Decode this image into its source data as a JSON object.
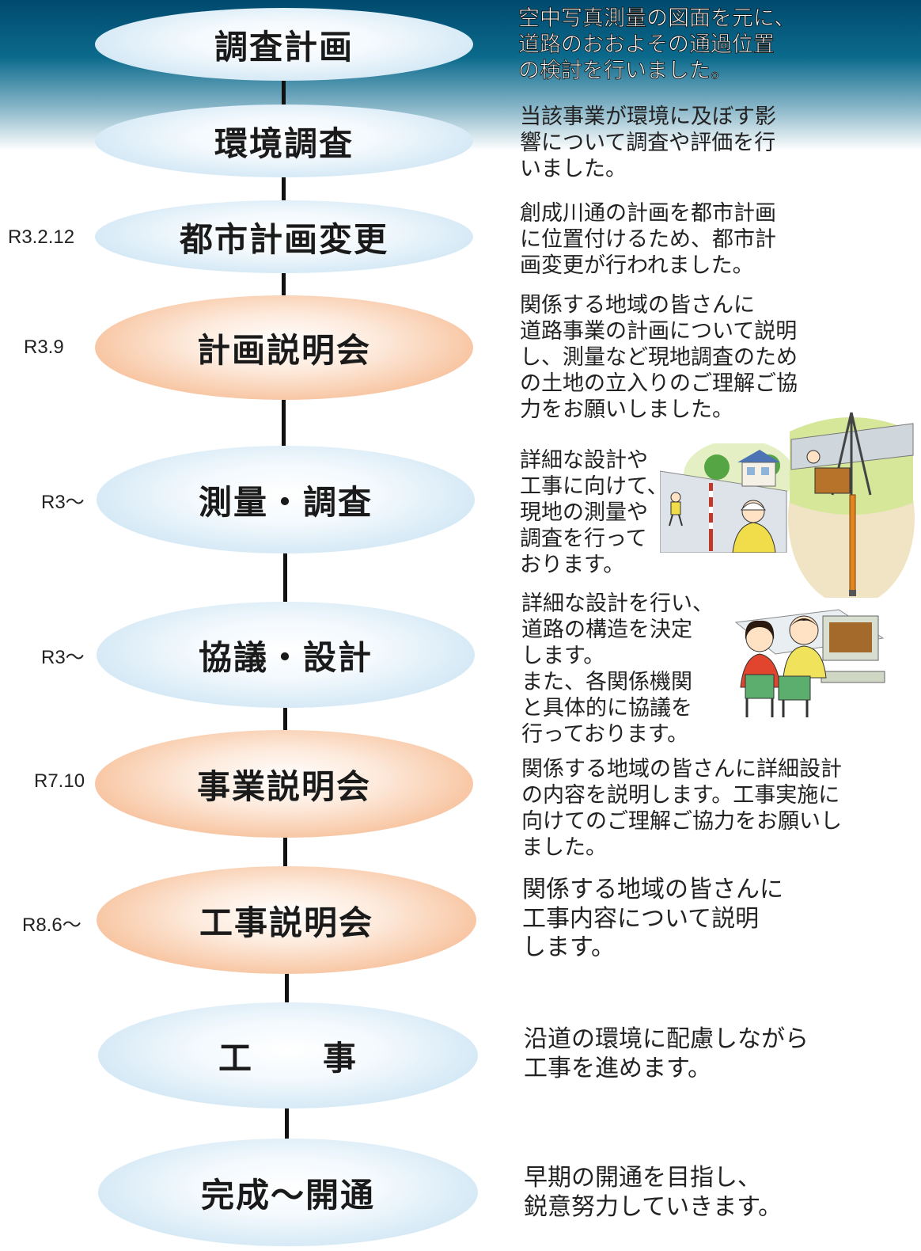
{
  "stages": [
    {
      "label": "調査計画",
      "date": "",
      "style": "blue",
      "desc": [
        "空中写真測量の図面を元に、",
        "道路のおおよその通過位置",
        "の検討を行いました。"
      ]
    },
    {
      "label": "環境調査",
      "date": "",
      "style": "blue",
      "desc": [
        "当該事業が環境に及ぼす影",
        "響について調査や評価を行",
        "いました。"
      ]
    },
    {
      "label": "都市計画変更",
      "date": "R3.2.12",
      "style": "blue",
      "desc": [
        "創成川通の計画を都市計画",
        "に位置付けるため、都市計",
        "画変更が行われました。"
      ]
    },
    {
      "label": "計画説明会",
      "date": "R3.9",
      "style": "orange",
      "desc": [
        "関係する地域の皆さんに",
        "道路事業の計画について説明",
        "し、測量など現地調査のため",
        "の土地の立入りのご理解ご協",
        "力をお願いしました。"
      ]
    },
    {
      "label": "測量・調査",
      "date": "R3～",
      "style": "blue",
      "desc": [
        "詳細な設計や",
        "工事に向けて、",
        "現地の測量や",
        "調査を行って",
        "おります。"
      ]
    },
    {
      "label": "協議・設計",
      "date": "R3～",
      "style": "blue",
      "desc": [
        "詳細な設計を行い、",
        "道路の構造を決定",
        "します。",
        "また、各関係機関",
        "と具体的に協議を",
        "行っております。"
      ]
    },
    {
      "label": "事業説明会",
      "date": "R7.10",
      "style": "orange",
      "desc": [
        "関係する地域の皆さんに詳細設計",
        "の内容を説明します。工事実施に",
        "向けてのご理解ご協力をお願いし",
        "ました。"
      ]
    },
    {
      "label": "工事説明会",
      "date": "R8.6～",
      "style": "orange",
      "desc": [
        "関係する地域の皆さんに",
        "工事内容について説明",
        "します。"
      ]
    },
    {
      "label": "工　　事",
      "date": "",
      "style": "blue",
      "desc": [
        "沿道の環境に配慮しながら",
        "工事を進めます。"
      ]
    },
    {
      "label": "完成～開通",
      "date": "",
      "style": "blue",
      "desc": [
        "早期の開通を目指し、",
        "鋭意努力していきます。"
      ]
    }
  ],
  "colors": {
    "header_band": "#004a6e",
    "blue_ellipse": "#b7d8ee",
    "orange_ellipse": "#f1a67c",
    "connector": "#111111"
  },
  "illustrations": [
    "survey-worker-illustration",
    "drilling-rig-illustration",
    "designers-at-computers-illustration"
  ]
}
